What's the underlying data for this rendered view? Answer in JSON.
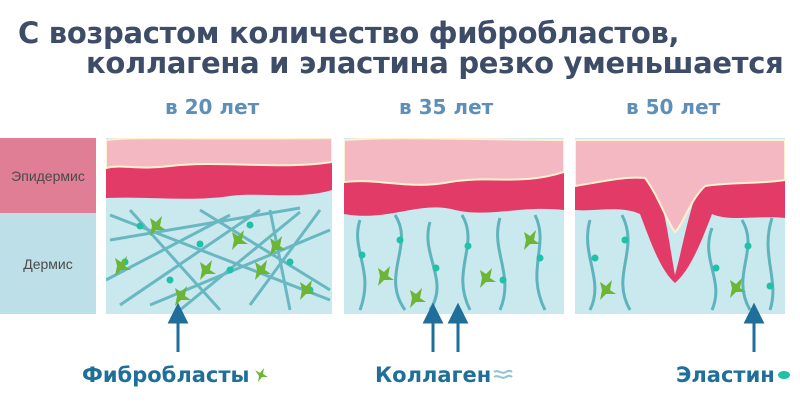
{
  "title": {
    "line1": "С возрастом количество фибробластов,",
    "line2": "коллагена и эластина резко уменьшается"
  },
  "ages": [
    "в 20 лет",
    "в 35 лет",
    "в 50 лет"
  ],
  "layers": {
    "epidermis": "Эпидермис",
    "dermis": "Дермис"
  },
  "legend": {
    "fibroblasts": "Фибробласты",
    "collagen": "Коллаген",
    "elastin": "Эластин"
  },
  "colors": {
    "title": "#3d4d68",
    "age": "#5e8fb7",
    "legend_text": "#1f6f9a",
    "epidermis_light": "#f4b8c2",
    "epidermis_dark": "#e33b68",
    "dermis": "#c9e9ee",
    "collagen": "#5fb3bd",
    "elastin": "#1fc1a9",
    "fibroblast": "#6db534"
  }
}
